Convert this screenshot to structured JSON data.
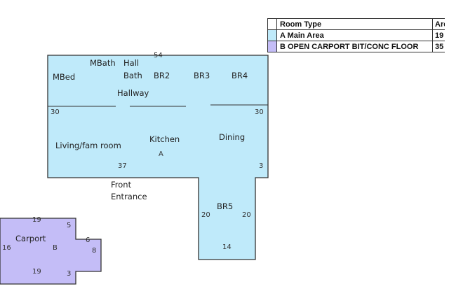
{
  "legend": {
    "headers": {
      "type": "Room Type",
      "area": "Are"
    },
    "rows": [
      {
        "type": "A Main Area",
        "area": "19",
        "color": "#bfeafa"
      },
      {
        "type": "B OPEN CARPORT BIT/CONC FLOOR",
        "area": "35",
        "color": "#c4bdf7"
      }
    ]
  },
  "main_area": {
    "rooms": [
      "MBed",
      "MBath",
      "Hall",
      "Bath",
      "BR2",
      "BR3",
      "BR4",
      "Hallway",
      "Living/fam room",
      "Kitchen",
      "Dining",
      "BR5"
    ],
    "label": "A",
    "dimensions": {
      "top": "54",
      "left": "30",
      "right": "30",
      "bottom_left": "37",
      "right_step": "3",
      "br5_left": "20",
      "br5_right": "20",
      "br5_bottom": "14"
    }
  },
  "front_entrance": [
    "Front",
    "Entrance"
  ],
  "carport": {
    "name": "Carport",
    "label": "B",
    "dimensions": {
      "top": "19",
      "left": "16",
      "bottom": "19",
      "step_top": "5",
      "ext_top": "6",
      "ext_right": "8",
      "step_bottom": "3"
    }
  }
}
